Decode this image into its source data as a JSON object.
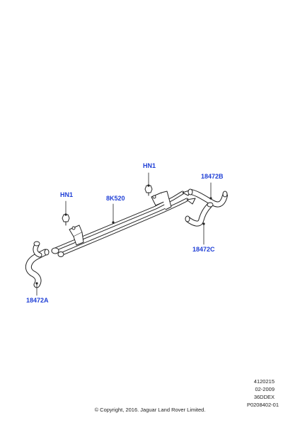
{
  "callouts": {
    "hn1_top": "HN1",
    "hn1_left": "HN1",
    "pipe_8k520": "8K520",
    "hose_18472b": "18472B",
    "hose_18472c": "18472C",
    "hose_18472a": "18472A"
  },
  "reference": {
    "code": "4120215",
    "date": "02-2009",
    "variant": "36DDEX",
    "illustration_id": "P0208402-01"
  },
  "copyright": "© Copyright, 2016. Jaguar Land Rover Limited.",
  "colors": {
    "callout": "#1f3fd6",
    "line": "#222222"
  }
}
